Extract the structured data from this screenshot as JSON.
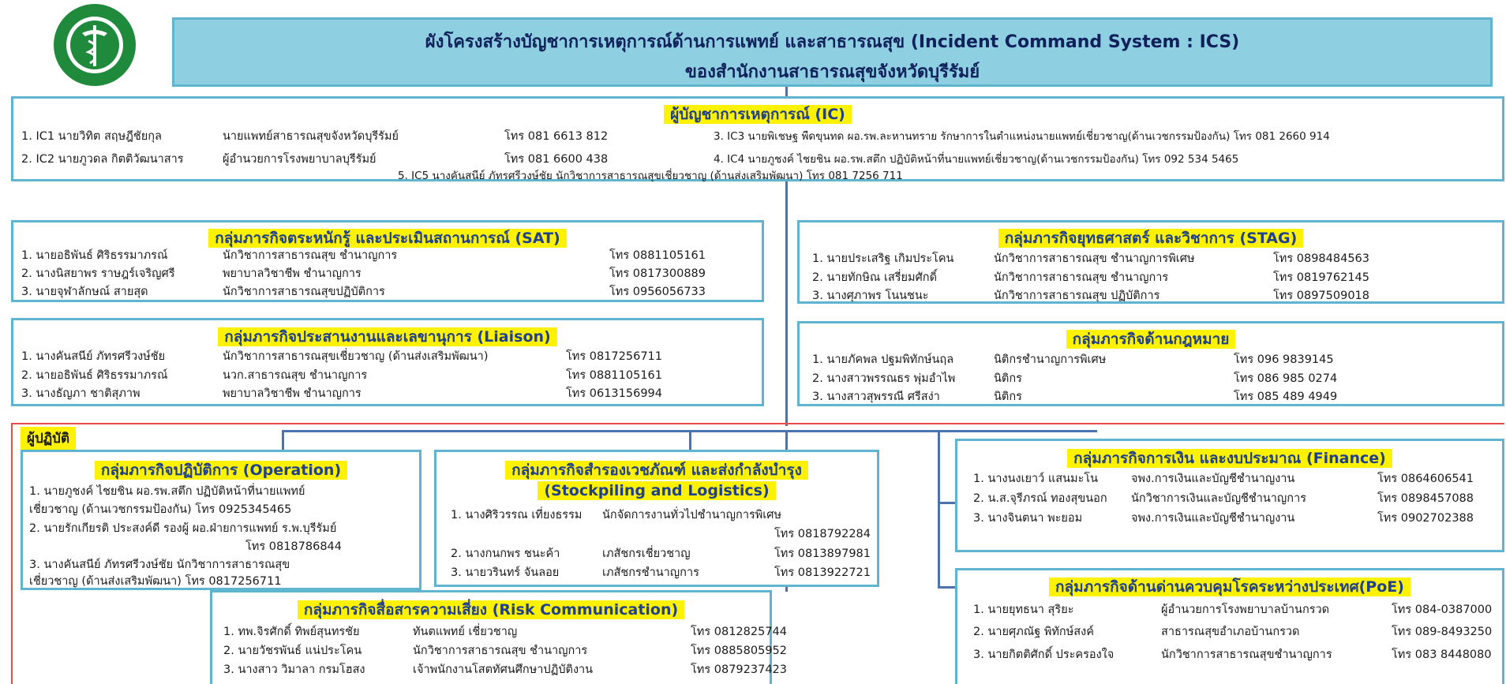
{
  "title": {
    "line1": "ผังโครงสร้างบัญชาการเหตุการณ์ด้านการแพทย์ และสาธารณสุข (Incident Command System : ICS)",
    "line2": "ของสำนักงานสาธารณสุขจังหวัดบุรีรัมย์"
  },
  "logo": {
    "icon": "caduceus-icon",
    "color": "#1f8a3b"
  },
  "colors": {
    "title_bg": "#8ecfe2",
    "border": "#5fb4cf",
    "highlight": "#fff200",
    "heading_text": "#1f3f8f",
    "connector": "#4a73b0",
    "operations_border": "#e8494a"
  },
  "ic": {
    "heading": "ผู้บัญชาการเหตุการณ์ (IC)",
    "rows": [
      {
        "name": "1. IC1 นายวิทิต สฤษฎีชัยกุล",
        "position": "นายแพทย์สาธารณสุขจังหวัดบุรีรัมย์",
        "phone": "โทร  081 6613 812"
      },
      {
        "name": "2. IC2 นายภูวดล กิตติวัฒนาสาร",
        "position": "ผู้อำนวยการโรงพยาบาลบุรีรัมย์",
        "phone": "โทร  081 6600 438"
      }
    ],
    "right_rows": [
      "3. IC3 นายพิเชษฐ  พืดขุนทด ผอ.รพ.ละหานทราย รักษาการในตำแหน่งนายแพทย์เชี่ยวชาญ(ด้านเวชกรรมป้องกัน) โทร 081 2660 914",
      "4. IC4 นายภูชงค์  ไชยชิน ผอ.รพ.สตึก  ปฏิบัติหน้าที่นายแพทย์เชี่ยวชาญ(ด้านเวชกรรมป้องกัน) โทร  092 534 5465"
    ],
    "center_row": "5. IC5 นางคันสนีย์ ภัทรศรีวงษ์ชัย   นักวิชาการสาธารณสุขเชี่ยวชาญ (ด้านส่งเสริมพัฒนา) โทร 081 7256 711"
  },
  "sat": {
    "heading": "กลุ่มภารกิจตระหนักรู้ และประเมินสถานการณ์ (SAT)",
    "rows": [
      {
        "name": "1. นายอธิพันธ์ ศิริธรรมาภรณ์",
        "position": "นักวิชาการสาธารณสุข ชำนาญการ",
        "phone": "โทร  0881105161"
      },
      {
        "name": "2. นางนิสยาพร ราษฎร์เจริญศรี",
        "position": "พยาบาลวิชาชีพ ชำนาญการ",
        "phone": "โทร  0817300889"
      },
      {
        "name": "3. นายจุฬาลักษณ์ สายสุด",
        "position": "นักวิชาการสาธารณสุขปฏิบัติการ",
        "phone": "โทร  0956056733"
      }
    ]
  },
  "stag": {
    "heading": "กลุ่มภารกิจยุทธศาสตร์ และวิชาการ (STAG)",
    "rows": [
      {
        "name": "1. นายประเสริฐ เกิมประโคน",
        "position": "นักวิชาการสาธารณสุข ชำนาญการพิเศษ",
        "phone": "โทร 0898484563"
      },
      {
        "name": "2. นายทักษิณ  เสรี่ยมศักดิ์",
        "position": "นักวิชาการสาธารณสุข ชำนาญการ",
        "phone": "โทร 0819762145"
      },
      {
        "name": "3. นางศุภาพร  โนนชนะ",
        "position": "นักวิชาการสาธารณสุข ปฏิบัติการ",
        "phone": "โทร 0897509018"
      }
    ]
  },
  "liaison": {
    "heading": "กลุ่มภารกิจประสานงานและเลขานุการ (Liaison)",
    "rows": [
      {
        "name": "1. นางคันสนีย์ ภัทรศรีวงษ์ชัย",
        "position": "นักวิชาการสาธารณสุขเชี่ยวชาญ (ด้านส่งเสริมพัฒนา)",
        "phone": "โทร  0817256711"
      },
      {
        "name": "2. นายอธิพันธ์ ศิริธรรมาภรณ์",
        "position": "นวก.สาธารณสุข ชำนาญการ",
        "phone": "โทร  0881105161"
      },
      {
        "name": "3. นางธัญภา  ชาติสุภาพ",
        "position": "พยาบาลวิชาชีพ ชำนาญการ",
        "phone": "โทร  0613156994"
      }
    ]
  },
  "legal": {
    "heading": "กลุ่มภารกิจด้านกฎหมาย",
    "rows": [
      {
        "name": "1. นายภัคพล ปฐมพิทักษ์นฤล",
        "position": "นิติกรชำนาญการพิเศษ",
        "phone": "โทร 096 9839145"
      },
      {
        "name": "2. นางสาวพรรณธร พุ่มอำไพ",
        "position": "นิติกร",
        "phone": "โทร 086 985 0274"
      },
      {
        "name": "3. นางสาวสุพรรณี  ศรีสง่า",
        "position": "นิติกร",
        "phone": "โทร 085 489 4949"
      }
    ]
  },
  "operations_label": "ผู้ปฏิบัติ",
  "operation": {
    "heading": "กลุ่มภารกิจปฏิบัติการ (Operation)",
    "lines": [
      "1. นายภูชงค์ ไชยชิน ผอ.รพ.สตึก  ปฏิบัติหน้าที่นายแพทย์",
      "เชี่ยวชาญ (ด้านเวชกรรมป้องกัน)  โทร  0925345465",
      "2. นายรักเกียรติ  ประสงค์ดี รองผู้ ผอ.ฝ่ายการแพทย์ ร.พ.บุรีรัมย์",
      "โทร  0818786844",
      "3. นางคันสนีย์ ภัทรศรีวงษ์ชัย     นักวิชาการสาธารณสุข",
      "เชี่ยวชาญ (ด้านส่งเสริมพัฒนา)      โทร 0817256711"
    ]
  },
  "logistics": {
    "heading": "กลุ่มภารกิจสำรองเวชภัณฑ์ และส่งกำลังบำรุง",
    "heading2": "(Stockpiling and Logistics)",
    "rows": [
      {
        "name": "1. นางศิริวรรณ  เที่ยงธรรม",
        "position": "นักจัดการงานทั่วไปชำนาญการพิเศษ",
        "phone": "โทร 0818792284"
      },
      {
        "name": "2. นางกนกพร ชนะค้า",
        "position": "เภสัชกรเชี่ยวชาญ",
        "phone": "โทร 0813897981"
      },
      {
        "name": "3. นายวรินทร์ จันลอย",
        "position": "เภสัชกรชำนาญการ",
        "phone": "โทร 0813922721"
      }
    ]
  },
  "finance": {
    "heading": "กลุ่มภารกิจการเงิน และงบประมาณ (Finance)",
    "rows": [
      {
        "name": "1. นางนงเยาว์  แสนมะโน",
        "position": "จพง.การเงินและบัญชีชำนาญงาน",
        "phone": "โทร 0864606541"
      },
      {
        "name": "2. น.ส.จุรีภรณ์ ทองสุขนอก",
        "position": "นักวิชาการเงินและบัญชีชำนาญการ",
        "phone": "โทร 0898457088"
      },
      {
        "name": "3. นางจินตนา พะยอม",
        "position": "จพง.การเงินและบัญชีชำนาญงาน",
        "phone": "โทร 0902702388"
      }
    ]
  },
  "poe": {
    "heading": "กลุ่มภารกิจด้านด่านควบคุมโรคระหว่างประเทศ(PoE)",
    "rows": [
      {
        "name": "1. นายยุทธนา สุริยะ",
        "position": "ผู้อำนวยการโรงพยาบาลบ้านกรวด",
        "phone": "โทร 084-0387000"
      },
      {
        "name": "2. นายศุภณัฐ พิทักษ์สงค์",
        "position": "สาธารณสุขอำเภอบ้านกรวด",
        "phone": "โทร 089-8493250"
      },
      {
        "name": "3. นายกิตติศักดิ์  ประครองใจ",
        "position": "นักวิชาการสาธารณสุขชำนาญการ",
        "phone": "โทร 083 8448080"
      }
    ]
  },
  "risk": {
    "heading": "กลุ่มภารกิจสื่อสารความเสี่ยง (Risk Communication)",
    "rows": [
      {
        "name": "1. ทพ.จิรศักดิ์ ทิพย์สุนทรชัย",
        "position": "ทันตแพทย์ เชี่ยวชาญ",
        "phone": "โทร  0812825744"
      },
      {
        "name": "2. นายวัชรพันธ์  แน่ประโคน",
        "position": "นักวิชาการสาธารณสุข ชำนาญการ",
        "phone": "โทร  0885805952"
      },
      {
        "name": "3. นางสาว วิมาลา กรมโฮสง",
        "position": "เจ้าพนักงานโสตทัศนศึกษาปฏิบัติงาน",
        "phone": "โทร  0879237423"
      }
    ]
  }
}
